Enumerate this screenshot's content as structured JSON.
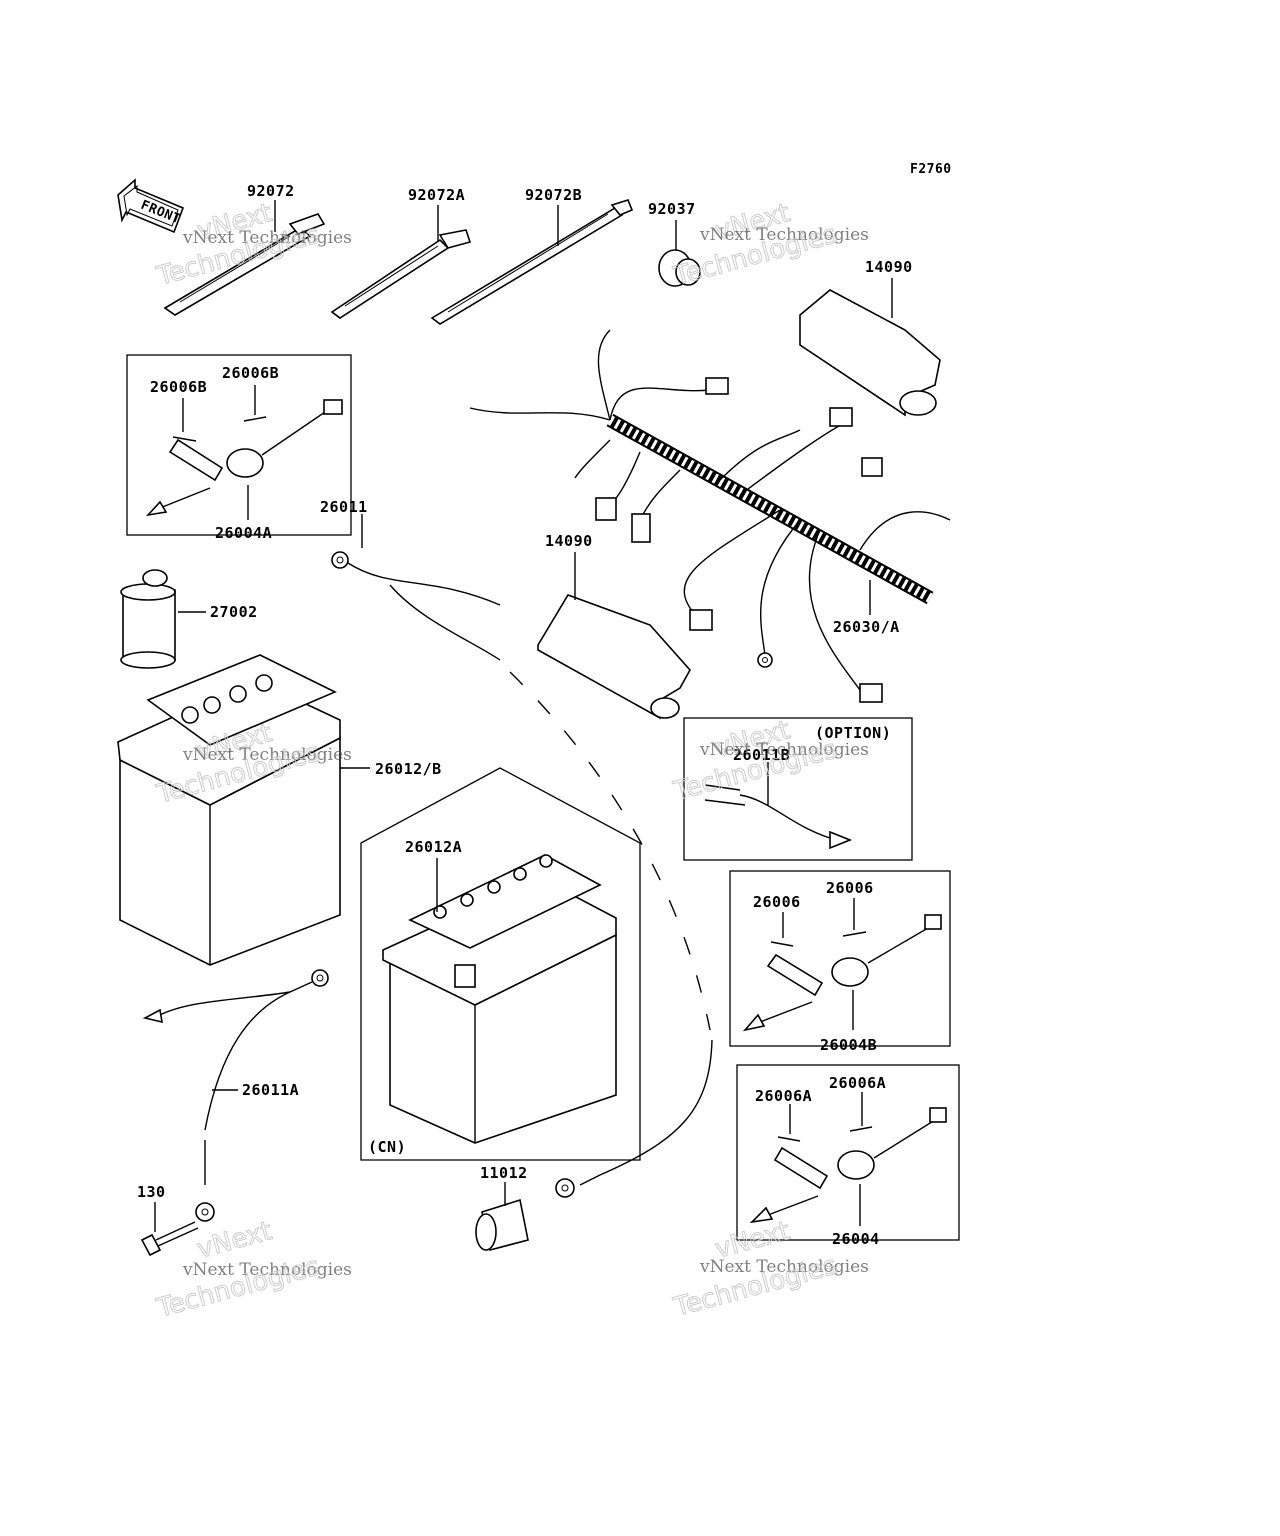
{
  "figure_id": "F2760",
  "front_label": "FRONT",
  "labels": {
    "p92072": "92072",
    "p92072A": "92072A",
    "p92072B": "92072B",
    "p92037": "92037",
    "p14090_top": "14090",
    "p26006B_left": "26006B",
    "p26006B_right": "26006B",
    "p26004A": "26004A",
    "p26011": "26011",
    "p14090_mid": "14090",
    "p27002": "27002",
    "p26030A": "26030/A",
    "p26012B": "26012/B",
    "p26012A": "26012A",
    "option": "(OPTION)",
    "p26011B": "26011B",
    "p26006_left": "26006",
    "p26006_right": "26006",
    "p26004B": "26004B",
    "p26011A": "26011A",
    "p26006A_left": "26006A",
    "p26006A_right": "26006A",
    "p26004": "26004",
    "cn": "(CN)",
    "p11012": "11012",
    "p130": "130"
  },
  "watermark": {
    "line1": "vNext Technologies",
    "line2": "vNext",
    "line3": "Technologies"
  }
}
